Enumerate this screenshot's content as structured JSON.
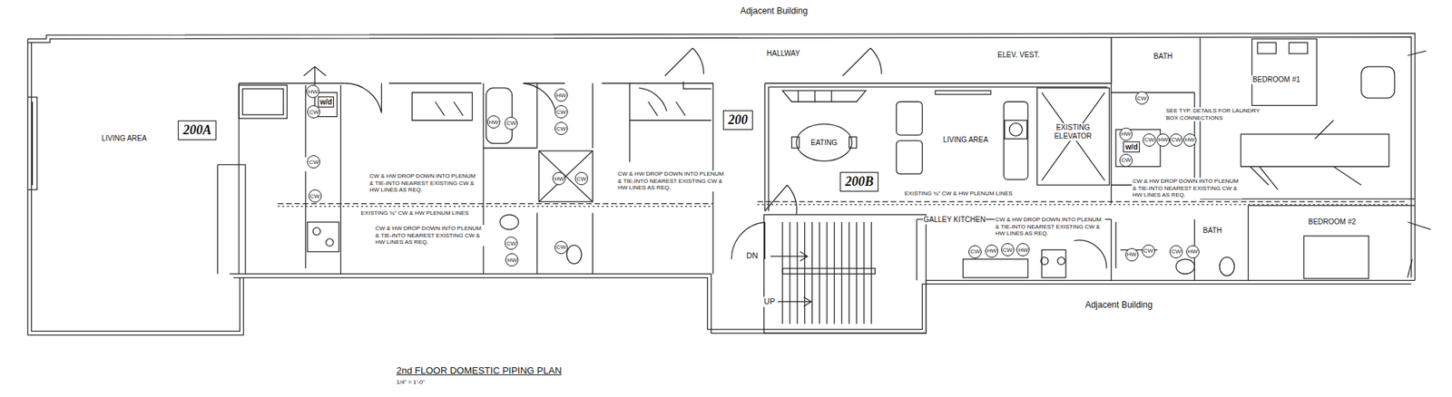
{
  "diagram": {
    "title": "2nd FLOOR DOMESTIC PIPING PLAN",
    "nodes": [
      {
        "text": [
          "200A"
        ]
      },
      {
        "text": [
          "200"
        ]
      },
      {
        "text": [
          "200B"
        ]
      },
      {
        "text": [
          "HW"
        ]
      },
      {
        "text": [
          "w/d"
        ]
      },
      {
        "text": [
          "CW"
        ]
      },
      {
        "text": [
          "CW"
        ]
      },
      {
        "text": [
          "CW"
        ]
      },
      {
        "text": [
          "HW"
        ]
      },
      {
        "text": [
          "CW"
        ]
      },
      {
        "text": [
          "HW"
        ]
      },
      {
        "text": [
          "CW"
        ]
      },
      {
        "text": [
          "CW"
        ]
      },
      {
        "text": [
          "HW"
        ]
      },
      {
        "text": [
          "CW"
        ]
      },
      {
        "text": [
          "CW"
        ]
      },
      {
        "text": [
          "HW"
        ]
      },
      {
        "text": [
          "CW"
        ]
      },
      {
        "text": [
          "CW"
        ]
      },
      {
        "text": [
          "HW"
        ]
      },
      {
        "text": [
          "w/d"
        ]
      },
      {
        "text": [
          "CW"
        ]
      },
      {
        "text": [
          "CW"
        ]
      },
      {
        "text": [
          "HW"
        ]
      },
      {
        "text": [
          "CW"
        ]
      },
      {
        "text": [
          "HW"
        ]
      },
      {
        "text": [
          "CW"
        ]
      },
      {
        "text": [
          "HW"
        ]
      },
      {
        "text": [
          "CW"
        ]
      },
      {
        "text": [
          "HW"
        ]
      },
      {
        "text": [
          "HW"
        ]
      },
      {
        "text": [
          "CW"
        ]
      },
      {
        "text": [
          "CW"
        ]
      },
      {
        "text": [
          "HW"
        ]
      }
    ],
    "labels": [
      "Adjacent Building",
      "HALLWAY",
      "ELEV. VEST.",
      "BATH",
      "BEDROOM #1",
      "LIVING AREA",
      "EATING",
      "LIVING AREA",
      "EXISTING ELEVATOR",
      "SEE TYP. DETAILS FOR LAUNDRY BOX CONNECTIONS",
      "CW & HW DROP DOWN INTO PLENUM & TIE-INTO NEAREST EXISTING CW & HW LINES AS REQ.",
      "EXISTING ¾\" CW & HW PLENUM LINES",
      "CW & HW DROP DOWN INTO PLENUM & TIE-INTO NEAREST EXISTING CW & HW LINES AS REQ.",
      "CW & HW DROP DOWN INTO PLENUM & TIE-INTO NEAREST EXISTING CW & HW LINES AS REQ.",
      "EXISTING ¾\" CW & HW PLENUM LINES",
      "CW & HW DROP DOWN INTO PLENUM & TIE-INTO NEAREST EXISTING CW & HW LINES AS REQ.",
      "GALLEY KITCHEN",
      "CW & HW DROP DOWN INTO PLENUM & TIE-INTO NEAREST EXISTING CW & HW LINES AS REQ.",
      "BATH",
      "BEDROOM #2",
      "DN",
      "UP",
      "Adjacent Building",
      "1/4\" = 1'-0\""
    ]
  }
}
